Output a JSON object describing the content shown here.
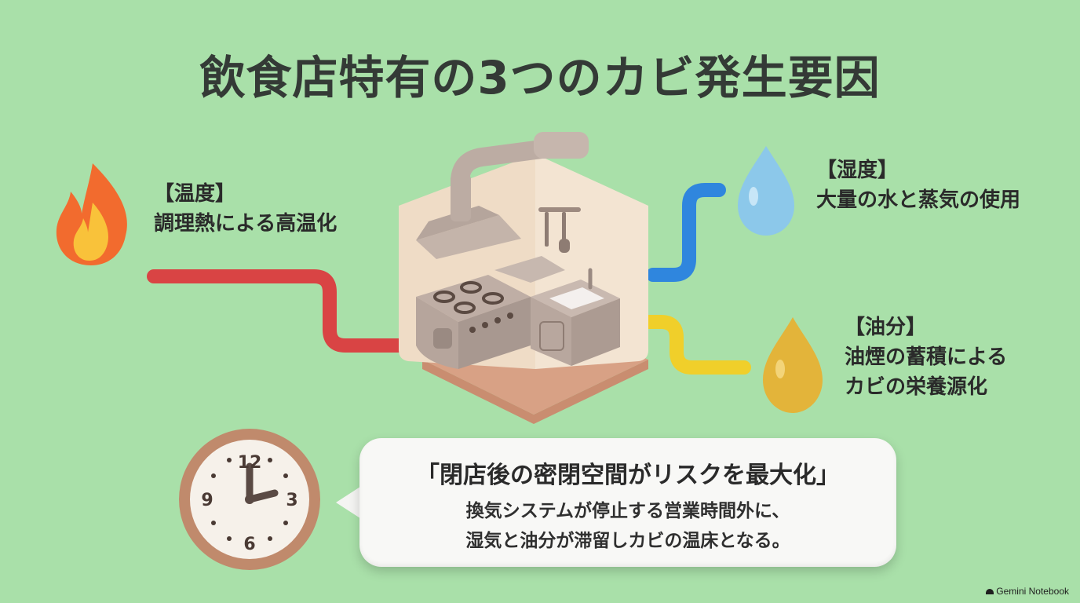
{
  "title": "飲食店特有の3つのカビ発生要因",
  "factors": [
    {
      "key": "temperature",
      "head": "【温度】",
      "desc": "調理熱による高温化",
      "icon": "flame-icon",
      "pipe_color": "#e04848"
    },
    {
      "key": "humidity",
      "head": "【湿度】",
      "desc": "大量の水と蒸気の使用",
      "icon": "water-drop-icon",
      "pipe_color": "#2f86de"
    },
    {
      "key": "oil",
      "head": "【油分】",
      "desc_line1": "油煙の蓄積による",
      "desc_line2": "カビの栄養源化",
      "icon": "oil-drop-icon",
      "pipe_color": "#f2d230"
    }
  ],
  "callout": {
    "quote": "「閉店後の密閉空間がリスクを最大化」",
    "line1": "換気システムが停止する営業時間外に、",
    "line2": "湿気と油分が滞留しカビの温床となる。"
  },
  "clock": {
    "numerals": [
      "12",
      "3",
      "6",
      "9"
    ]
  },
  "brand": "Gemini Notebook"
}
